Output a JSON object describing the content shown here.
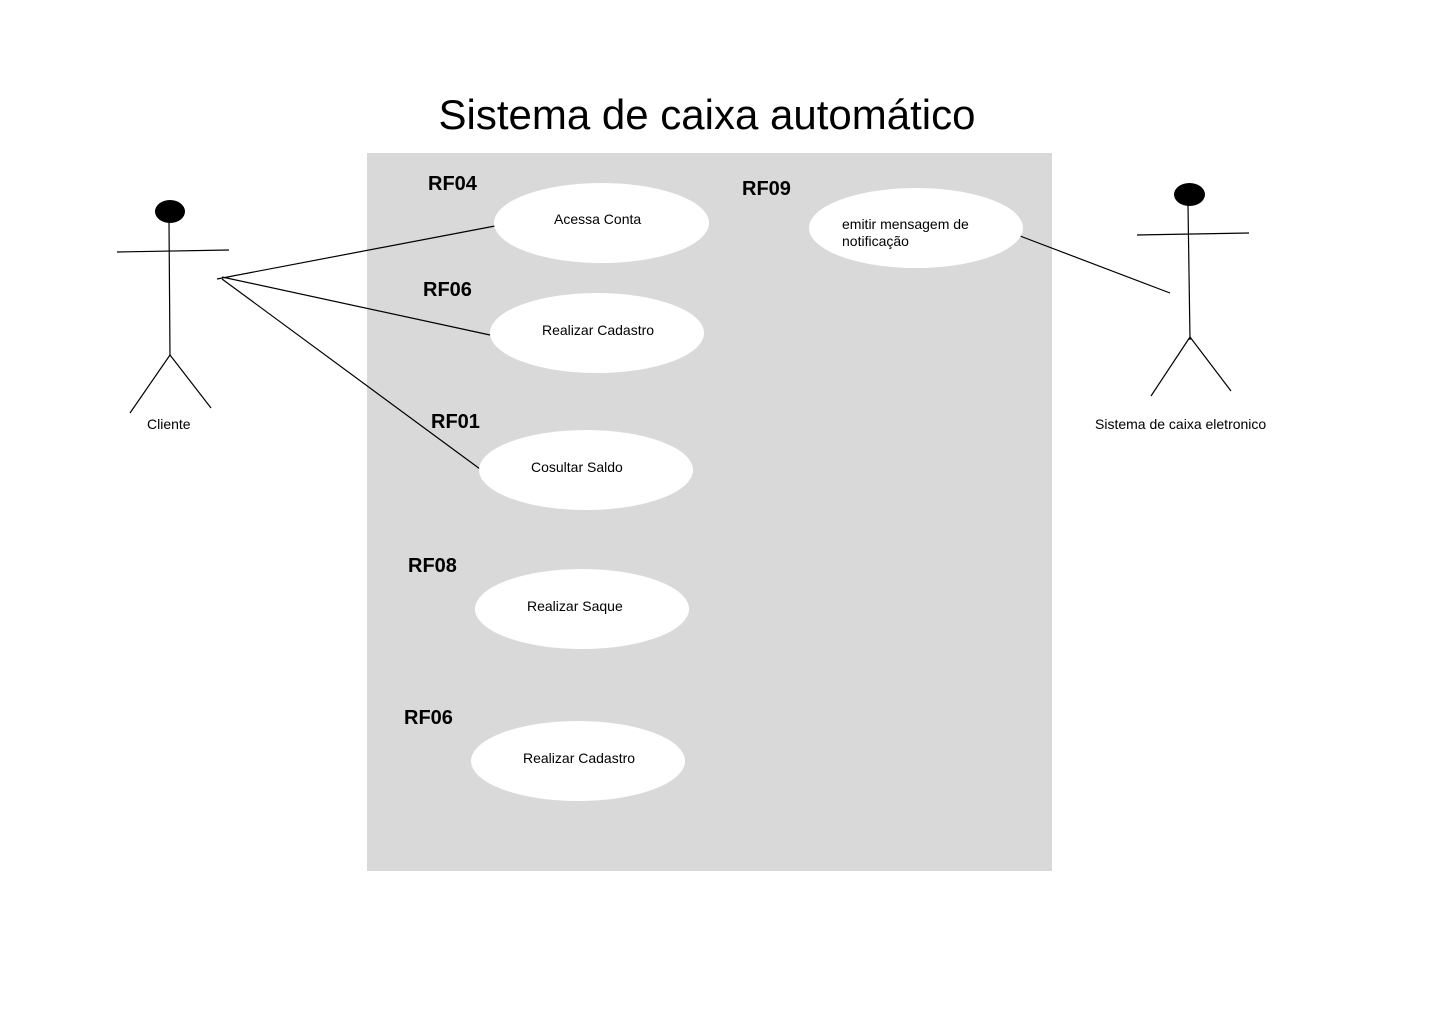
{
  "diagram": {
    "title": "Sistema de caixa automático",
    "actors": [
      {
        "name": "Cliente"
      },
      {
        "name": "Sistema de caixa eletronico"
      }
    ],
    "use_cases": [
      {
        "id": "RF04",
        "label": "Acessa Conta",
        "actor": "Cliente"
      },
      {
        "id": "RF06",
        "label": "Realizar Cadastro",
        "actor": "Cliente"
      },
      {
        "id": "RF01",
        "label": "Cosultar Saldo",
        "actor": "Cliente"
      },
      {
        "id": "RF08",
        "label": "Realizar Saque",
        "actor": ""
      },
      {
        "id": "RF06",
        "label": "Realizar Cadastro",
        "actor": ""
      },
      {
        "id": "RF09",
        "label": "emitir mensagem de notificação",
        "actor": "Sistema de caixa eletronico"
      }
    ]
  },
  "colors": {
    "system_boundary": "#d9d9d9",
    "use_case_fill": "#ffffff",
    "stroke": "#000000"
  }
}
